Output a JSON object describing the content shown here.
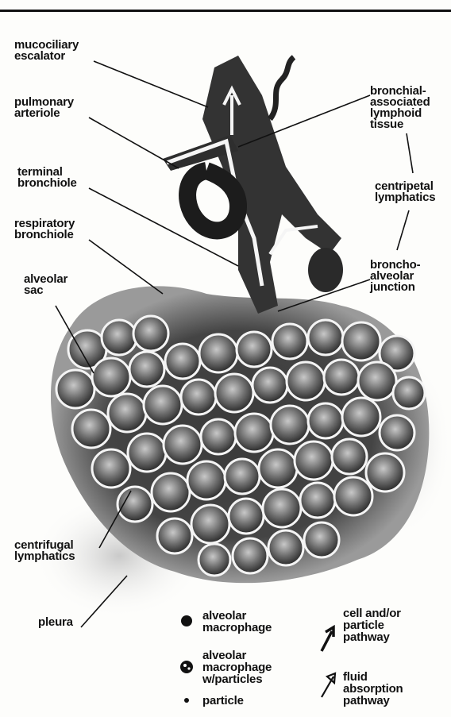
{
  "labels": {
    "mucociliary_escalator": "mucociliary\nescalator",
    "pulmonary_arteriole": "pulmonary\narteriole",
    "terminal_bronchiole": "terminal\nbronchiole",
    "respiratory_bronchiole": "respiratory\nbronchiole",
    "alveolar_sac": "alveolar\nsac",
    "bronchial_associated_lymphoid_tissue": "bronchial-\nassociated\nlymphoid\ntissue",
    "centripetal_lymphatics": "centripetal\nlymphatics",
    "bronchoalveolar_junction": "broncho-\nalveolar\njunction",
    "centrifugal_lymphatics": "centrifugal\nlymphatics",
    "pleura": "pleura"
  },
  "legend": {
    "alveolar_macrophage": "alveolar\nmacrophage",
    "alveolar_macrophage_particles": "alveolar\nmacrophage\nw/particles",
    "particle": "particle",
    "cell_particle_pathway": "cell and/or\nparticle\npathway",
    "fluid_absorption_pathway": "fluid\nabsorption\npathway"
  },
  "colors": {
    "ink": "#111111",
    "tissue_dark": "#2a2a2a",
    "tissue_mid": "#6e6e6e",
    "tissue_light": "#b9b9b9",
    "paper": "#fdfdfb"
  }
}
